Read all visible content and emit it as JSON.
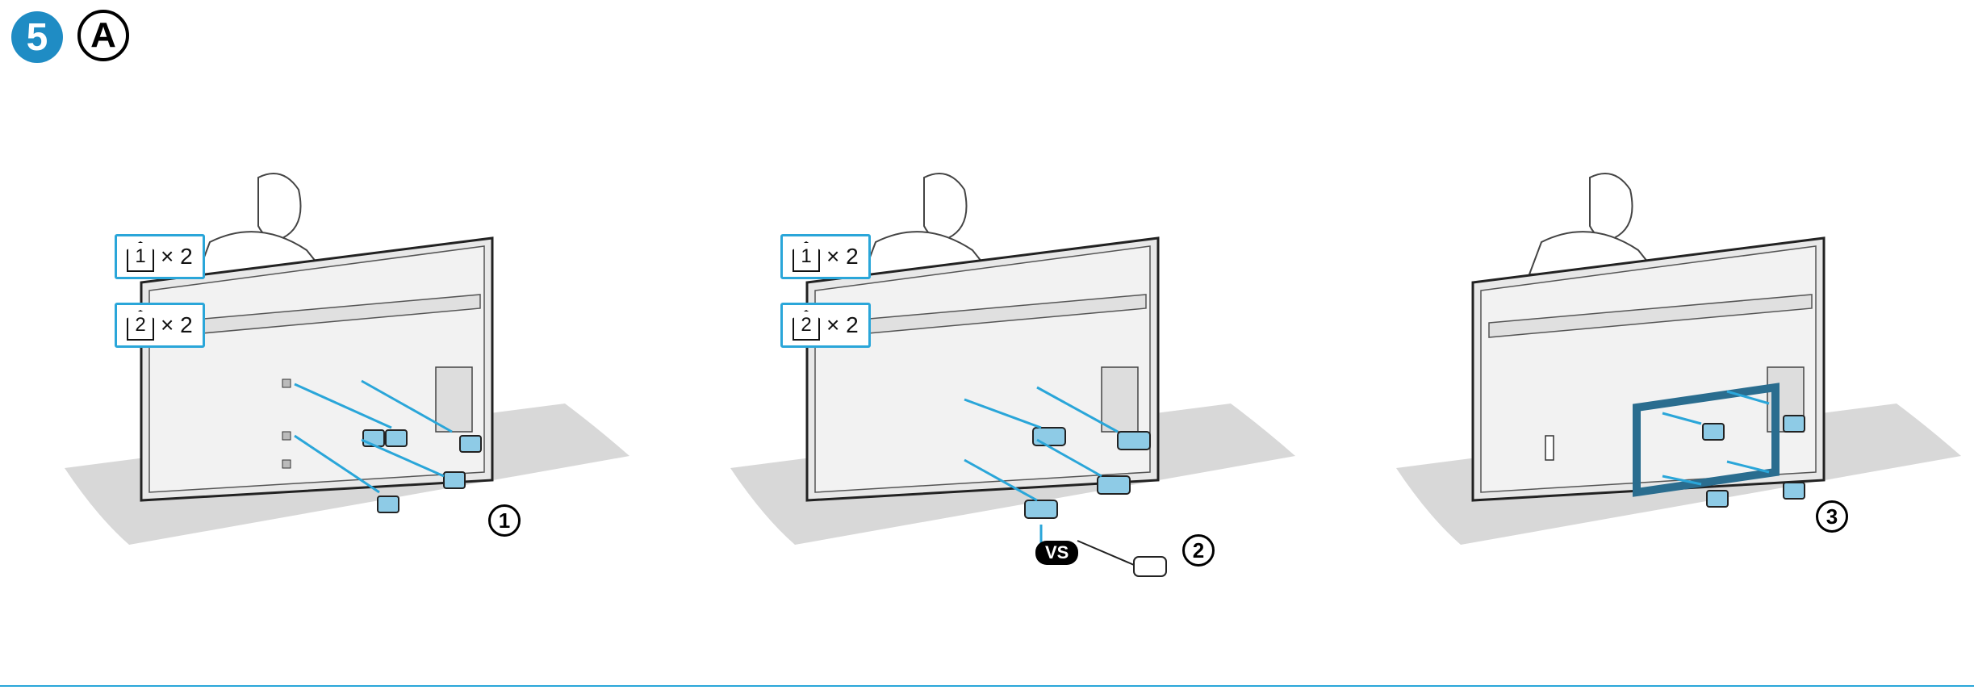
{
  "header": {
    "step_number": "5",
    "step_letter": "A"
  },
  "colors": {
    "accent": "#2aa6d9",
    "badge": "#1f8cc4",
    "shadow": "#d5d5d5",
    "tv_back": "#e8e8e8",
    "part_fill": "#8ecbe6"
  },
  "panels": [
    {
      "callouts": [
        {
          "index": "1",
          "label": "× 2"
        },
        {
          "index": "2",
          "label": "× 2"
        }
      ],
      "step_marker": "1"
    },
    {
      "callouts": [
        {
          "index": "1",
          "label": "× 2"
        },
        {
          "index": "2",
          "label": "× 2"
        }
      ],
      "step_marker": "2",
      "tag": "VS"
    },
    {
      "step_marker": "3"
    }
  ],
  "icons": [
    "person-icon",
    "tv-back-icon",
    "screw-icon",
    "spacer-icon",
    "screwdriver-icon",
    "wall-bracket-icon"
  ]
}
